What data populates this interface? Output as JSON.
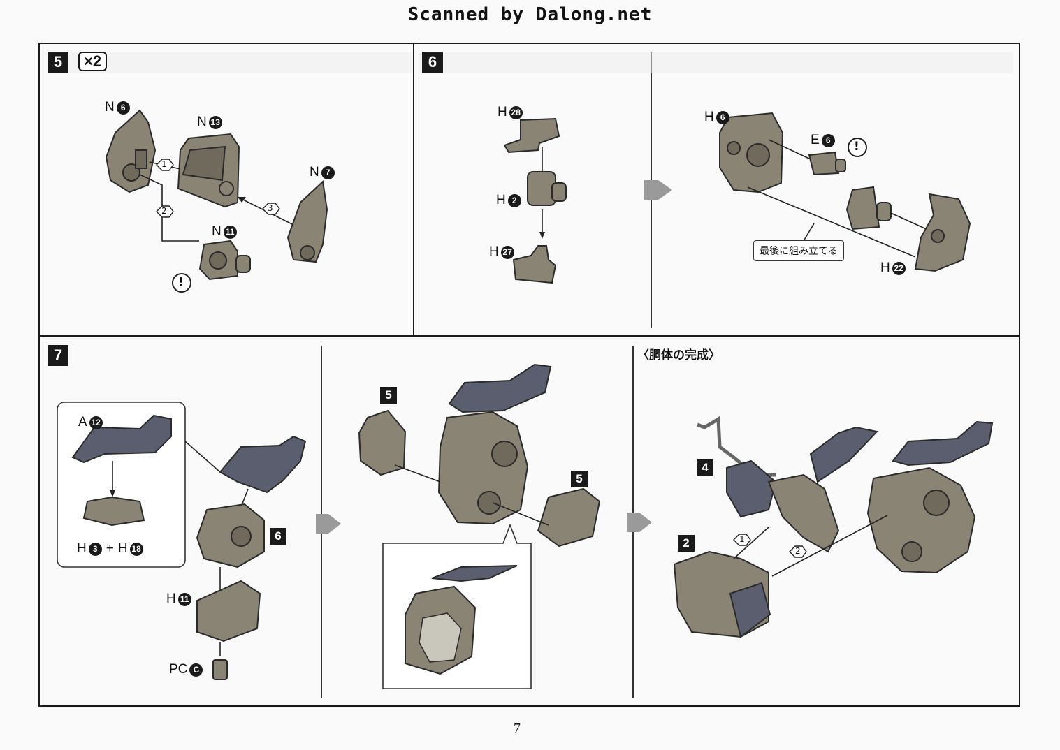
{
  "watermark": "Scanned by Dalong.net",
  "page_number": "7",
  "step5": {
    "number": "5",
    "multiplier": "×2",
    "parts": {
      "n6": "6",
      "n13": "13",
      "n7": "7",
      "n11": "11"
    },
    "part_letter": "N",
    "order": [
      "1",
      "2",
      "3"
    ],
    "warning": "!"
  },
  "step6": {
    "number": "6",
    "left_parts": {
      "letter": "H",
      "h28": "28",
      "h2": "2",
      "h27": "27"
    },
    "right_parts": {
      "h6_letter": "H",
      "h6": "6",
      "e_letter": "E",
      "e6": "6",
      "h22_letter": "H",
      "h22": "22"
    },
    "note": "最後に組み立てる",
    "warning": "!"
  },
  "step7": {
    "number": "7",
    "inset": {
      "a_letter": "A",
      "a12": "12",
      "h3": "3",
      "h18": "18",
      "plus": "+",
      "h_letter": "H"
    },
    "h11_letter": "H",
    "h11": "11",
    "pc_letter": "PC",
    "pc": "C",
    "ref6": "6",
    "ref5a": "5",
    "ref5b": "5"
  },
  "complete": {
    "caption": "〈胴体の完成〉",
    "ref4": "4",
    "ref2": "2",
    "order": [
      "1",
      "2"
    ]
  }
}
